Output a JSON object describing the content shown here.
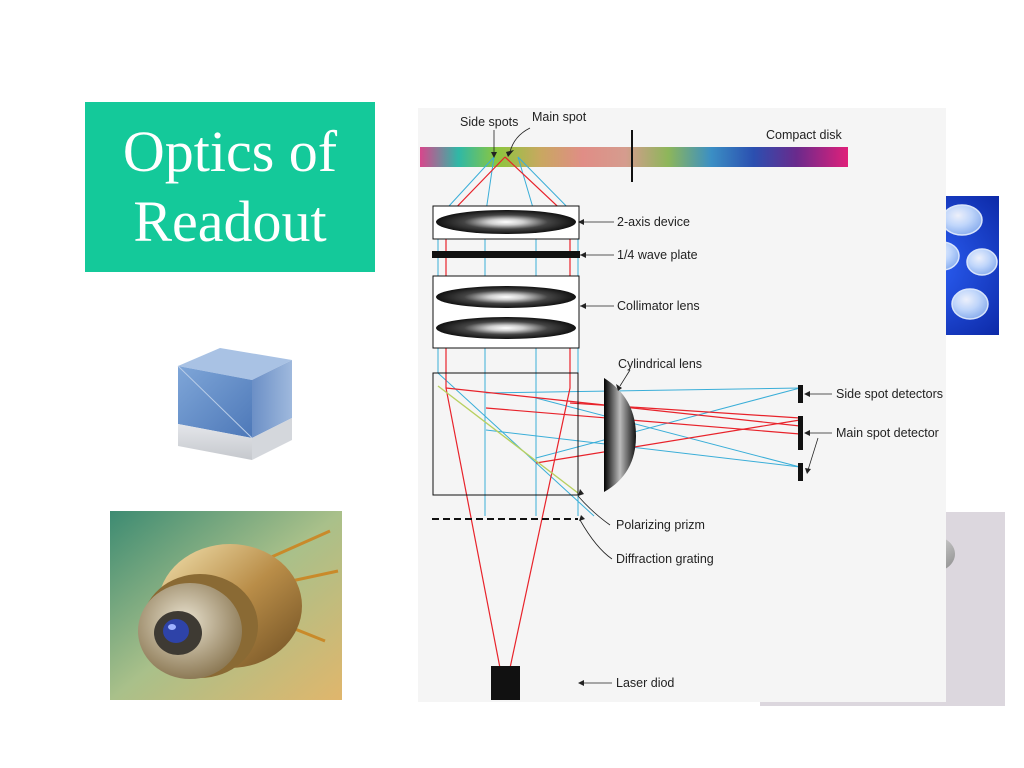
{
  "slide": {
    "title_line1": "Optics of",
    "title_line2": "Readout"
  },
  "colors": {
    "title_bg": "#14c99a",
    "beam_red": "#e8232b",
    "beam_blue": "#3aaed8",
    "beam_green": "#b8d060"
  },
  "diagram": {
    "labels": {
      "side_spots": "Side spots",
      "main_spot": "Main spot",
      "compact_disk": "Compact disk",
      "two_axis_device": "2-axis device",
      "quarter_wave_plate": "1/4 wave plate",
      "collimator_lens": "Collimator lens",
      "cylindrical_lens": "Cylindrical lens",
      "side_spot_detectors": "Side spot detectors",
      "main_spot_detector": "Main spot detector",
      "polarizing_prizm": "Polarizing prizm",
      "diffraction_grating": "Diffraction grating",
      "laser_diod": "Laser diod"
    }
  },
  "photos": [
    {
      "name": "beam-splitter-cube-photo"
    },
    {
      "name": "optical-lenses-photo"
    },
    {
      "name": "laser-diode-photo"
    },
    {
      "name": "photodetectors-photo"
    }
  ]
}
